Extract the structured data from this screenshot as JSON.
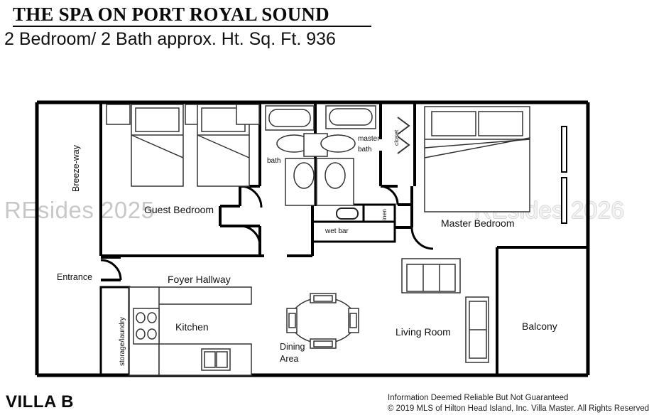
{
  "header": {
    "title": "THE SPA ON PORT ROYAL SOUND",
    "subtitle": "2 Bedroom/ 2 Bath approx. Ht. Sq. Ft. 936"
  },
  "villa": {
    "label": "VILLA B"
  },
  "legal": {
    "line1": "Information Deemed Reliable But Not Guaranteed",
    "line2": "© 2019 MLS of Hilton Head Island, Inc. Villa Master. All Rights Reserved"
  },
  "watermarks": {
    "left": "REsides 2025",
    "right": "REsides 2026"
  },
  "floorplan": {
    "rooms": {
      "breezeway": "Breeze-way",
      "guest_bedroom": "Guest Bedroom",
      "bath": "bath",
      "master_bath": "master\nbath",
      "master_bath_line1": "master",
      "master_bath_line2": "bath",
      "closet": "closet",
      "linen": "linen",
      "wet_bar": "wet bar",
      "master_bedroom": "Master Bedroom",
      "entrance": "Entrance",
      "foyer_hallway": "Foyer Hallway",
      "storage_laundry": "storage/laundry",
      "kitchen": "Kitchen",
      "dining_area_line1": "Dining",
      "dining_area_line2": "Area",
      "living_room": "Living Room",
      "balcony": "Balcony"
    },
    "fixtures": {
      "twin_bed_left": "twin-bed",
      "twin_bed_right": "twin-bed",
      "king_bed": "king-bed",
      "nightstands": 4,
      "bathtub_guest": "bathtub",
      "bathtub_master": "bathtub",
      "sinks": 2,
      "toilets": 2,
      "wet_bar_sink": "sink",
      "stove_burners": 4,
      "kitchen_sink": "double-sink",
      "dining_table": "oval-table",
      "dining_chairs": 4,
      "sofa_seats": 3,
      "loveseat_seats": 2,
      "closet_door_chevrons": 2,
      "master_windows": 2
    },
    "colors": {
      "wall": "#000000",
      "interior_line": "#333333",
      "fill": "#ffffff"
    }
  }
}
